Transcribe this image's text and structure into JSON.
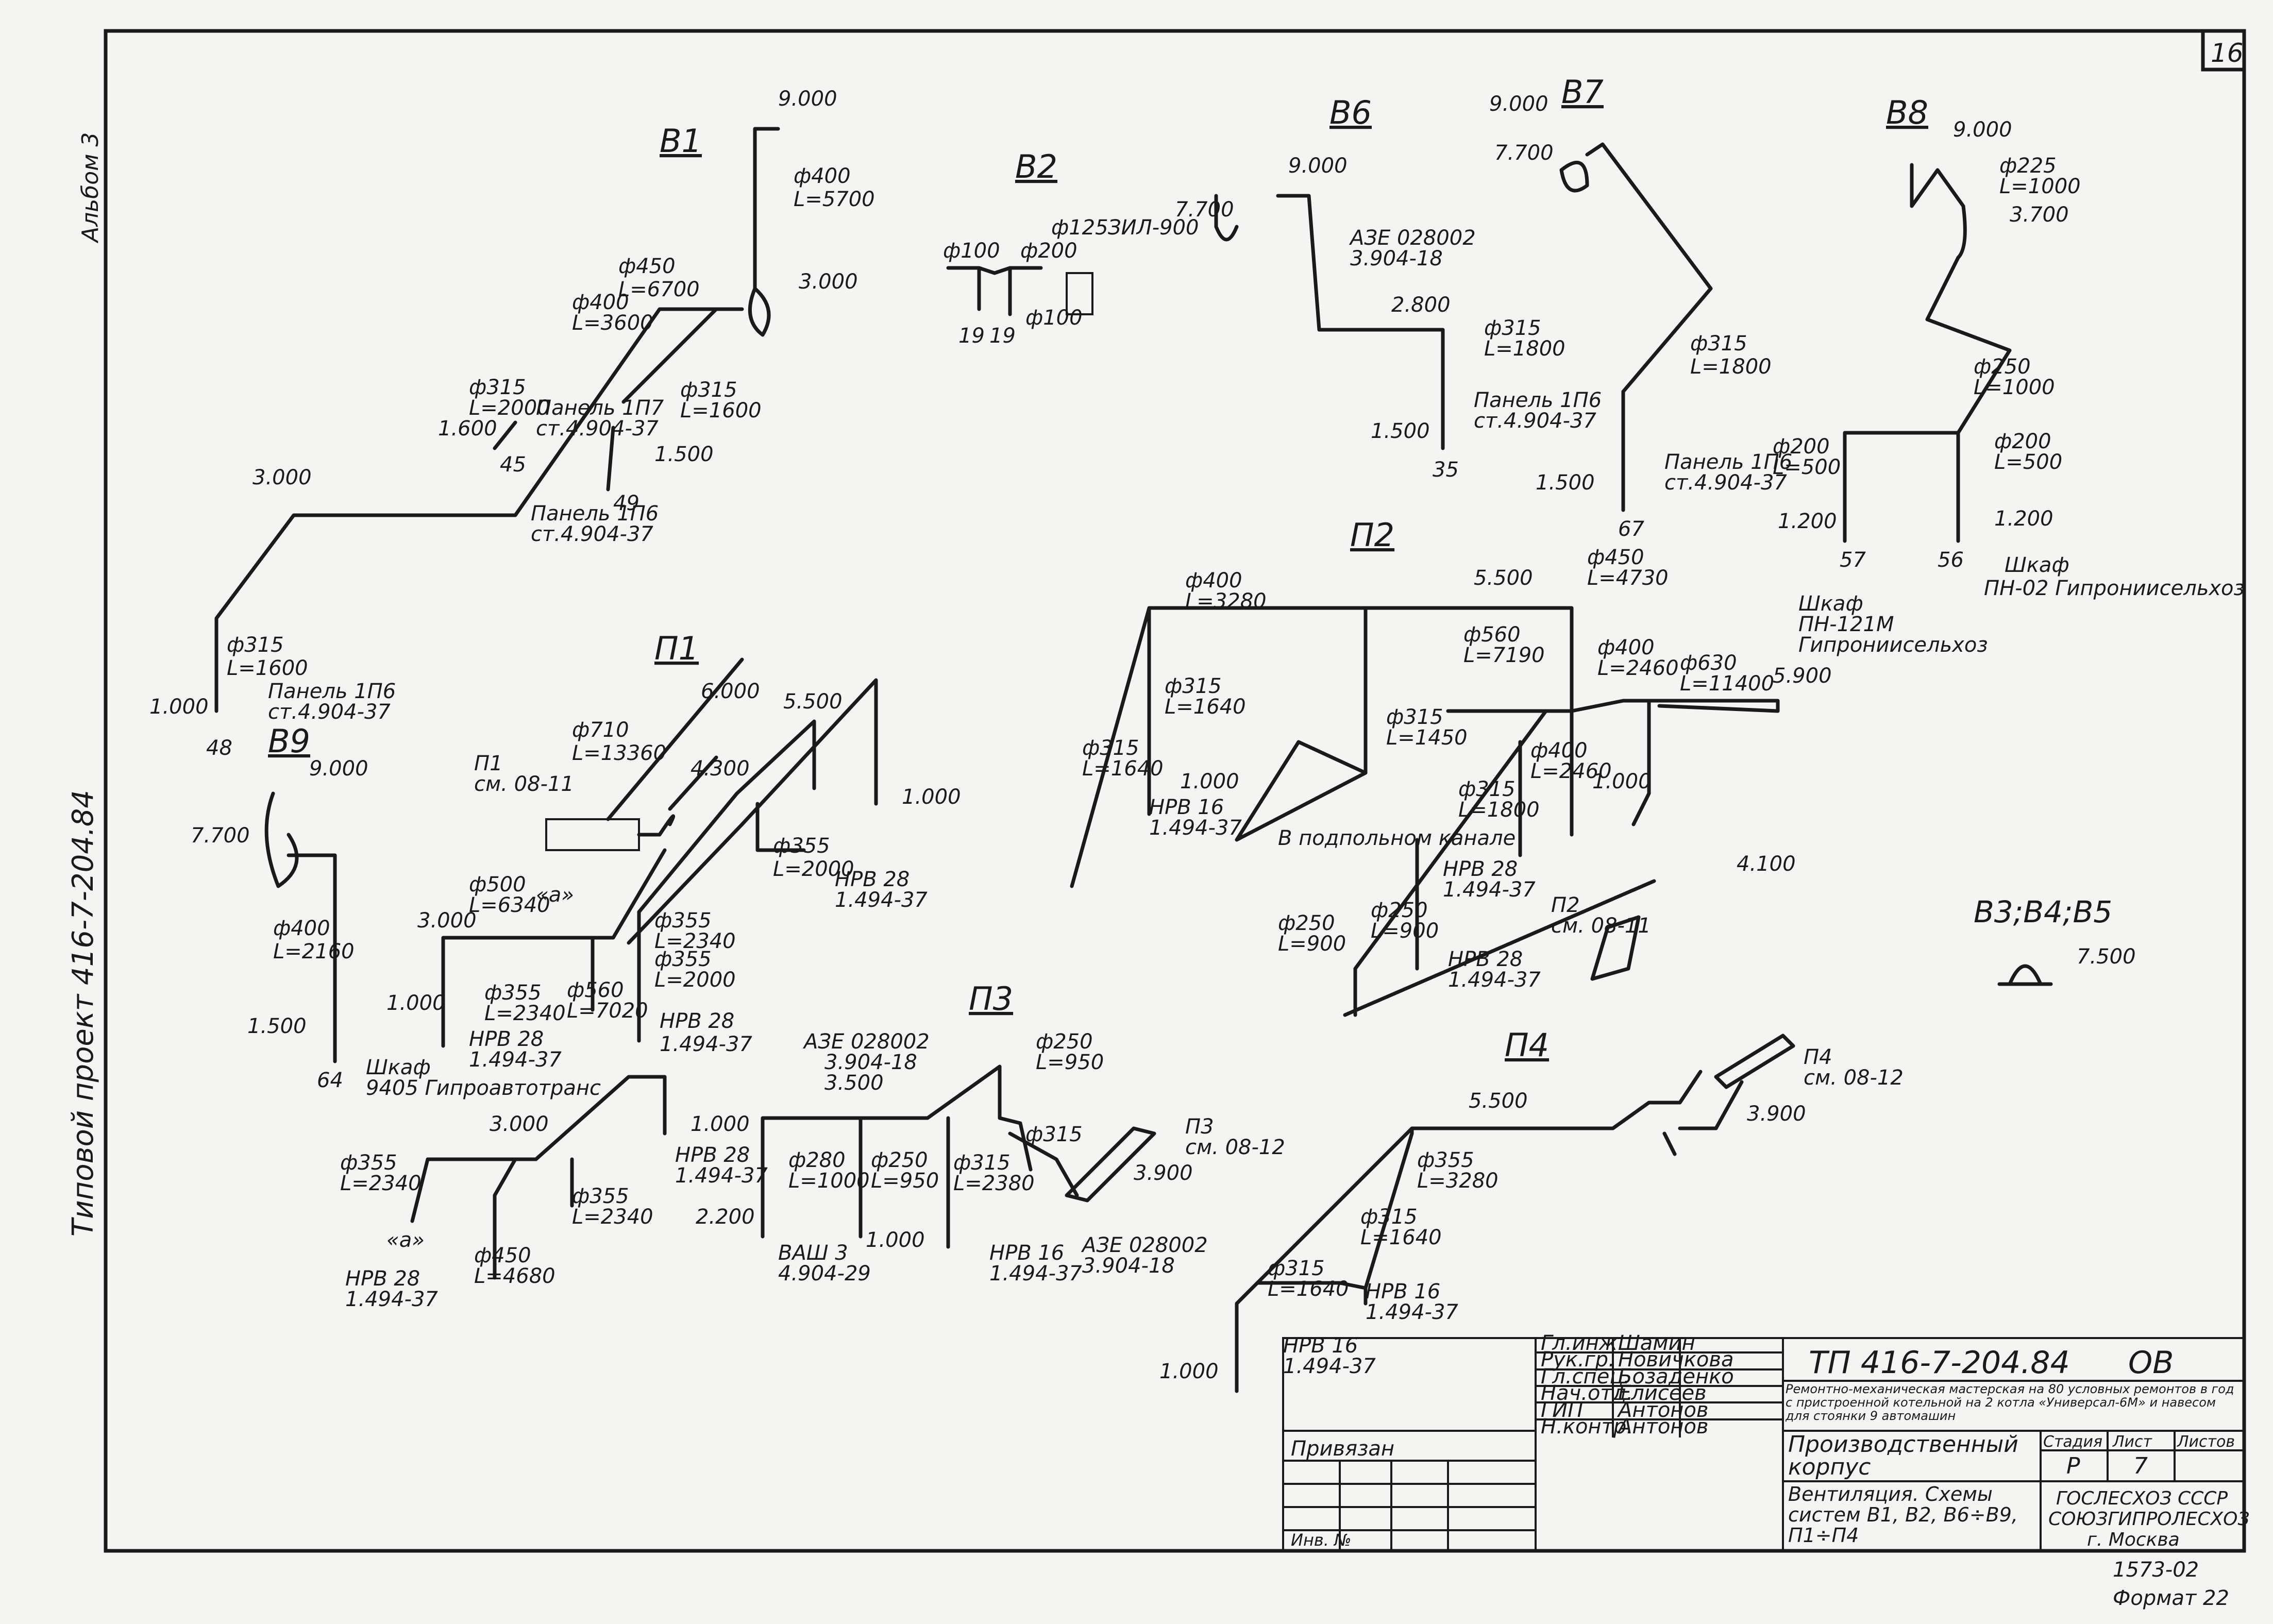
{
  "sheet_number": "16",
  "side_text_top": "Альбом 3",
  "side_text_main": "Типовой проект 416-7-204.84",
  "bottom_right_number": "1573-02",
  "format_label": "Формат 22",
  "systems": {
    "B1": {
      "name": "В1",
      "labels": [
        "9.000",
        "ф400",
        "L=5700",
        "3.000",
        "ф450",
        "L=6700",
        "ф400",
        "L=3600",
        "ф315",
        "L=2000",
        "Панель 1П7",
        "ст.4.904-37",
        "ф315",
        "L=1600",
        "1.600",
        "45",
        "49",
        "1.500",
        "Панель 1П6",
        "ст.4.904-37",
        "3.000",
        "ф315",
        "L=1600",
        "Панель 1П6",
        "ст.4.904-37",
        "1.000",
        "48"
      ]
    },
    "B2": {
      "name": "В2",
      "labels": [
        "ф100",
        "ф125",
        "ф200",
        "ЗИЛ-900",
        "19",
        "19",
        "ф100"
      ]
    },
    "B6": {
      "name": "В6",
      "labels": [
        "9.000",
        "7.700",
        "АЗЕ 028002",
        "3.904-18",
        "2.800",
        "ф315",
        "L=1800",
        "Панель 1П6",
        "ст.4.904-37",
        "1.500",
        "35"
      ]
    },
    "B7": {
      "name": "В7",
      "labels": [
        "9.000",
        "7.700",
        "ф315",
        "L=1800",
        "Панель 1П6",
        "ст.4.904-37",
        "1.500",
        "67"
      ]
    },
    "B8": {
      "name": "В8",
      "labels": [
        "9.000",
        "ф225",
        "L=1000",
        "3.700",
        "ф250",
        "L=1000",
        "ф200",
        "L=500",
        "ф200",
        "L=500",
        "1.200",
        "57",
        "1.200",
        "56",
        "Шкаф",
        "ПН-02 Гипрониисельхоз",
        "Шкаф",
        "ПН-121М",
        "Гипрониисельхоз"
      ]
    },
    "B9": {
      "name": "В9",
      "labels": [
        "9.000",
        "7.700",
        "ф400",
        "L=2160",
        "1.500",
        "64",
        "Шкаф",
        "9405 Гипроавтотранс"
      ]
    },
    "P1": {
      "name": "П1",
      "labels": [
        "6.000",
        "5.500",
        "ф710",
        "L=13360",
        "П1",
        "см. 08-11",
        "4.300",
        "ф355",
        "L=2000",
        "1.000",
        "НРВ 28",
        "1.494-37",
        "ф500",
        "L=6340",
        "3.000",
        "ф355",
        "L=2340",
        "ф560",
        "L=7020",
        "ф355",
        "L=2340",
        "ф355",
        "L=2000",
        "1.000",
        "НРВ 28",
        "1.494-37",
        "НРВ 28",
        "1.494-37",
        "«а»"
      ]
    },
    "P2": {
      "name": "П2",
      "labels": [
        "ф400",
        "L=3280",
        "5.500",
        "ф450",
        "L=4730",
        "ф560",
        "L=7190",
        "ф400",
        "L=2460",
        "ф630",
        "L=11400",
        "5.900",
        "ф315",
        "L=1640",
        "ф315",
        "L=1640",
        "1.000",
        "НРВ 16",
        "1.494-37",
        "В подпольном канале",
        "ф315",
        "L=1450",
        "ф315",
        "L=1800",
        "ф400",
        "L=2460",
        "1.000",
        "НРВ 28",
        "1.494-37",
        "4.100",
        "П2",
        "см. 08-11",
        "ф250",
        "L=900",
        "ф250",
        "L=900",
        "НРВ 28",
        "1.494-37"
      ]
    },
    "P3": {
      "name": "П3",
      "labels": [
        "АЗЕ 028002",
        "3.904-18",
        "3.500",
        "ф250",
        "L=950",
        "3.000",
        "1.000",
        "НРВ 28",
        "1.494-37",
        "ф355",
        "L=2340",
        "ф355",
        "L=2340",
        "ф450",
        "L=4680",
        "НРВ 28",
        "1.494-37",
        "2.200",
        "ф280",
        "L=1000",
        "ф250",
        "L=950",
        "1.000",
        "ф315",
        "L=2380",
        "ф315",
        "НРВ 16",
        "1.494-37",
        "ВАШ 3",
        "4.904-29",
        "П3",
        "см. 08-12",
        "3.900",
        "АЗЕ 028002",
        "3.904-18",
        "«а»"
      ]
    },
    "P4": {
      "name": "П4",
      "labels": [
        "5.500",
        "П4",
        "см. 08-12",
        "3.900",
        "ф355",
        "L=3280",
        "ф315",
        "L=1640",
        "ф315",
        "L=1640",
        "НРВ 16",
        "1.494-37",
        "НРВ 16",
        "1.494-37",
        "1.000"
      ]
    },
    "B345": {
      "name": "В3;В4;В5",
      "labels": [
        "7.500"
      ]
    }
  },
  "title_block": {
    "code": "ТП 416-7-204.84",
    "mark": "ОВ",
    "description": "Ремонтно-механическая мастерская на 80 условных ремонтов в год с пристроенной котельной на 2 котла «Универсал-6М» и навесом для стоянки 9 автомашин",
    "building": "Производственный корпус",
    "drawing_title": "Вентиляция. Схемы систем В1, В2, В6÷В9, П1÷П4",
    "org1": "ГОСЛЕСХОЗ СССР",
    "org2": "СОЮЗГИПРОЛЕСХОЗ",
    "org3": "г. Москва",
    "stage_label": "Стадия",
    "sheet_label": "Лист",
    "sheets_label": "Листов",
    "stage": "Р",
    "sheet": "7",
    "sheets": "",
    "privyazan": "Привязан",
    "inv_no": "Инв. №",
    "staff": [
      {
        "role": "Гл.инж.",
        "name": "Шамин"
      },
      {
        "role": "Рук.гр.",
        "name": "Новичкова"
      },
      {
        "role": "Гл.спец.",
        "name": "Бозаденко"
      },
      {
        "role": "Нач.отд.",
        "name": "Елисеев"
      },
      {
        "role": "ГИП",
        "name": "Антонов"
      },
      {
        "role": "Н.контр.",
        "name": "Антонов"
      }
    ]
  }
}
